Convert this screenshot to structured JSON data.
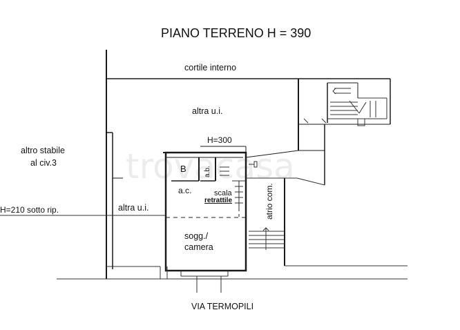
{
  "title": "PIANO TERRENO H = 390",
  "labels": {
    "courtyard": "cortile interno",
    "unit_top": "altra u.i.",
    "neighbor_line1": "altro stabile",
    "neighbor_line2": "al civ.3",
    "ceiling_height": "H=300",
    "room_b": "B",
    "room_ab": "a.b.",
    "room_ac": "a.c.",
    "stair_line1": "scala",
    "stair_line2": "retrattile",
    "height_note": "H=210 sotto rip.",
    "unit_left": "altra u.i.",
    "atrium": "atrio com.",
    "living_line1": "sogg./",
    "living_line2": "camera",
    "street": "VIA TERMOPILI"
  },
  "watermark": "trovacasa"
}
